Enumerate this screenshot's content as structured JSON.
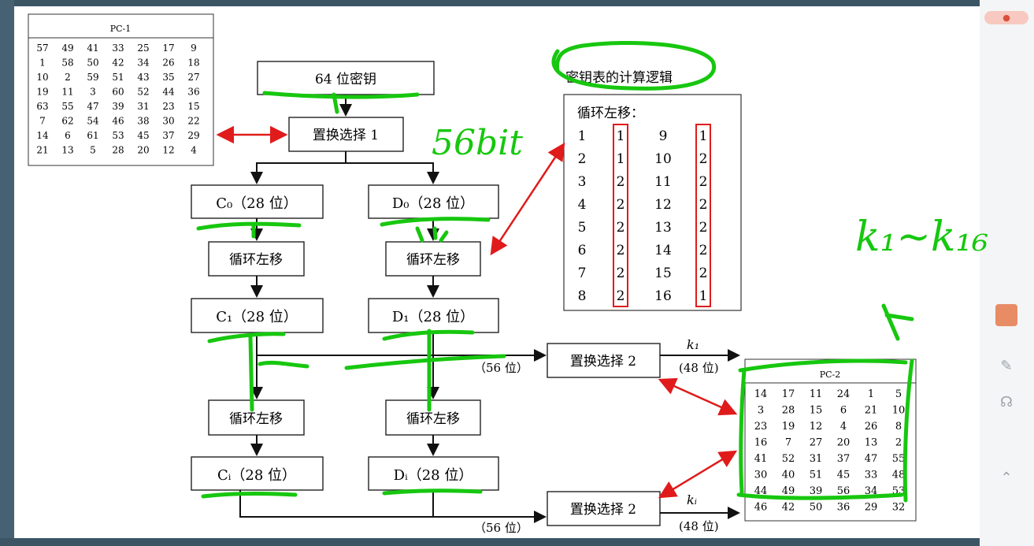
{
  "pc1": {
    "title": "PC-1",
    "rows": [
      [
        "57",
        "49",
        "41",
        "33",
        "25",
        "17",
        "9"
      ],
      [
        "1",
        "58",
        "50",
        "42",
        "34",
        "26",
        "18"
      ],
      [
        "10",
        "2",
        "59",
        "51",
        "43",
        "35",
        "27"
      ],
      [
        "19",
        "11",
        "3",
        "60",
        "52",
        "44",
        "36"
      ],
      [
        "63",
        "55",
        "47",
        "39",
        "31",
        "23",
        "15"
      ],
      [
        "7",
        "62",
        "54",
        "46",
        "38",
        "30",
        "22"
      ],
      [
        "14",
        "6",
        "61",
        "53",
        "45",
        "37",
        "29"
      ],
      [
        "21",
        "13",
        "5",
        "28",
        "20",
        "12",
        "4"
      ]
    ]
  },
  "pc2": {
    "title": "PC-2",
    "rows": [
      [
        "14",
        "17",
        "11",
        "24",
        "1",
        "5"
      ],
      [
        "3",
        "28",
        "15",
        "6",
        "21",
        "10"
      ],
      [
        "23",
        "19",
        "12",
        "4",
        "26",
        "8"
      ],
      [
        "16",
        "7",
        "27",
        "20",
        "13",
        "2"
      ],
      [
        "41",
        "52",
        "31",
        "37",
        "47",
        "55"
      ],
      [
        "30",
        "40",
        "51",
        "45",
        "33",
        "48"
      ],
      [
        "44",
        "49",
        "39",
        "56",
        "34",
        "53"
      ],
      [
        "46",
        "42",
        "50",
        "36",
        "29",
        "32"
      ]
    ]
  },
  "flow": {
    "key64": "64 位密钥",
    "pc1_box": "置换选择 1",
    "c0": "C₀（28 位）",
    "d0": "D₀（28 位）",
    "rot1": "循环左移",
    "c1": "C₁（28 位）",
    "d1": "D₁（28 位）",
    "roti": "循环左移",
    "ci": "Cᵢ（28 位）",
    "di": "Dᵢ（28 位）",
    "pc2_box": "置换选择 2",
    "bits56": "（56 位）",
    "bits48": "(48 位)",
    "k1": "k₁",
    "ki": "kᵢ"
  },
  "schedule": {
    "heading": "密钥表的计算逻辑",
    "subtitle": "循环左移：",
    "left": [
      [
        "1",
        "1"
      ],
      [
        "2",
        "1"
      ],
      [
        "3",
        "2"
      ],
      [
        "4",
        "2"
      ],
      [
        "5",
        "2"
      ],
      [
        "6",
        "2"
      ],
      [
        "7",
        "2"
      ],
      [
        "8",
        "2"
      ]
    ],
    "right": [
      [
        "9",
        "1"
      ],
      [
        "10",
        "2"
      ],
      [
        "11",
        "2"
      ],
      [
        "12",
        "2"
      ],
      [
        "13",
        "2"
      ],
      [
        "14",
        "2"
      ],
      [
        "15",
        "2"
      ],
      [
        "16",
        "1"
      ]
    ]
  },
  "handwriting": {
    "note1": "56bit",
    "note2": "k₁~k₁₆",
    "note3": "↑"
  },
  "colors": {
    "green": "#17c70f",
    "red": "#e01b1b",
    "box_border": "#222222"
  }
}
